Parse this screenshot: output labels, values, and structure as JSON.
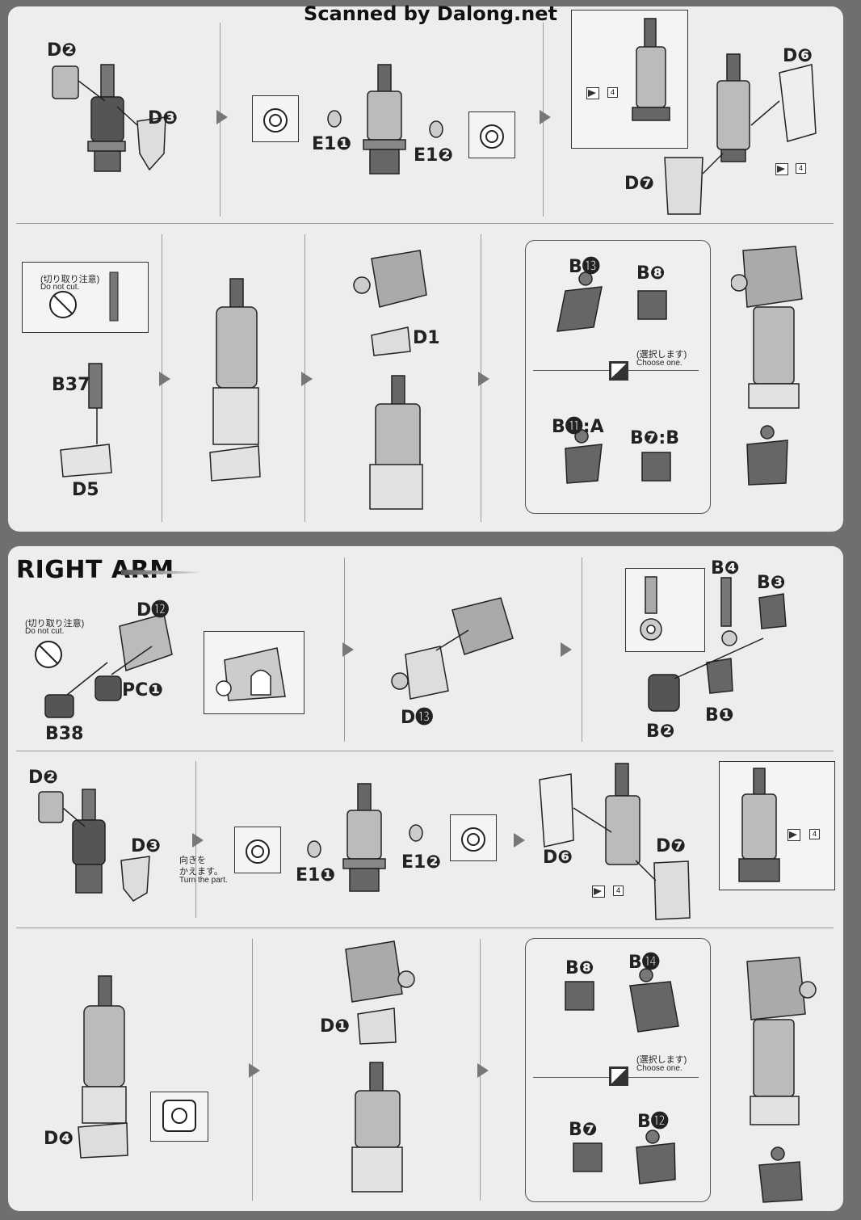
{
  "header": "Scanned by Dalong.net",
  "top_section": {
    "row1": {
      "step1": {
        "labels": [
          "D2",
          "D3"
        ]
      },
      "step2": {
        "labels": [
          "E1❶",
          "E1❷"
        ]
      },
      "step3": {
        "labels": [
          "D6",
          "D7"
        ],
        "tag_num": "4"
      }
    },
    "row2": {
      "step1": {
        "label_b37": "B37",
        "label_d5": "D5",
        "note_jp": "(切り取り注意)",
        "note_en": "Do not cut."
      },
      "step3": {
        "label_d1": "D1"
      },
      "step4": {
        "label_b13": "B⓭",
        "label_b8": "B❽",
        "label_b11a": "B⓫:A",
        "label_b7b": "B❼:B",
        "choose_jp": "(選択します)",
        "choose_en": "Choose one."
      }
    }
  },
  "right_arm": {
    "title": "RIGHT ARM",
    "row1": {
      "step1": {
        "label_d12": "D⓬",
        "label_pc1": "PC❶",
        "label_b38": "B38",
        "note_jp": "(切り取り注意)",
        "note_en": "Do not cut."
      },
      "step3": {
        "label_d13": "D⓭"
      },
      "step4": {
        "label_b4": "B❹",
        "label_b3": "B❸",
        "label_b1": "B❶",
        "label_b2": "B❷"
      }
    },
    "row2": {
      "step1": {
        "label_d2": "D❷",
        "label_d3": "D❸",
        "turn_jp1": "向きを",
        "turn_jp2": "かえます。",
        "turn_en": "Turn the part."
      },
      "step2": {
        "label_e11": "E1❶",
        "label_e12": "E1❷"
      },
      "step3": {
        "label_d6": "D❻",
        "label_d7": "D❼",
        "tag_num": "4"
      }
    },
    "row3": {
      "step1": {
        "label_d4": "D❹"
      },
      "step2": {
        "label_d1": "D❶"
      },
      "step3": {
        "label_b8": "B❽",
        "label_b14": "B⓮",
        "label_b7": "B❼",
        "label_b12": "B⓬",
        "choose_jp": "(選択します)",
        "choose_en": "Choose one."
      }
    }
  }
}
